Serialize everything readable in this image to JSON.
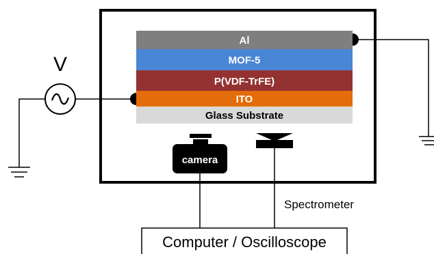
{
  "stack": {
    "layers": [
      {
        "label": "Al",
        "color": "#7f7f7f",
        "text_color": "#ffffff"
      },
      {
        "label": "MOF-5",
        "color": "#4a86d6",
        "text_color": "#ffffff"
      },
      {
        "label": "P(VDF-TrFE)",
        "color": "#943232",
        "text_color": "#ffffff"
      },
      {
        "label": "ITO",
        "color": "#e46c0a",
        "text_color": "#ffffff"
      },
      {
        "label": "Glass Substrate",
        "color": "#d9d9d9",
        "text_color": "#000000"
      }
    ]
  },
  "source": {
    "label": "V",
    "symbol": "~"
  },
  "camera": {
    "label": "camera"
  },
  "spectrometer": {
    "label": "Spectrometer"
  },
  "computer": {
    "label": "Computer / Oscilloscope"
  },
  "colors": {
    "line": "#000000",
    "background": "#ffffff"
  }
}
